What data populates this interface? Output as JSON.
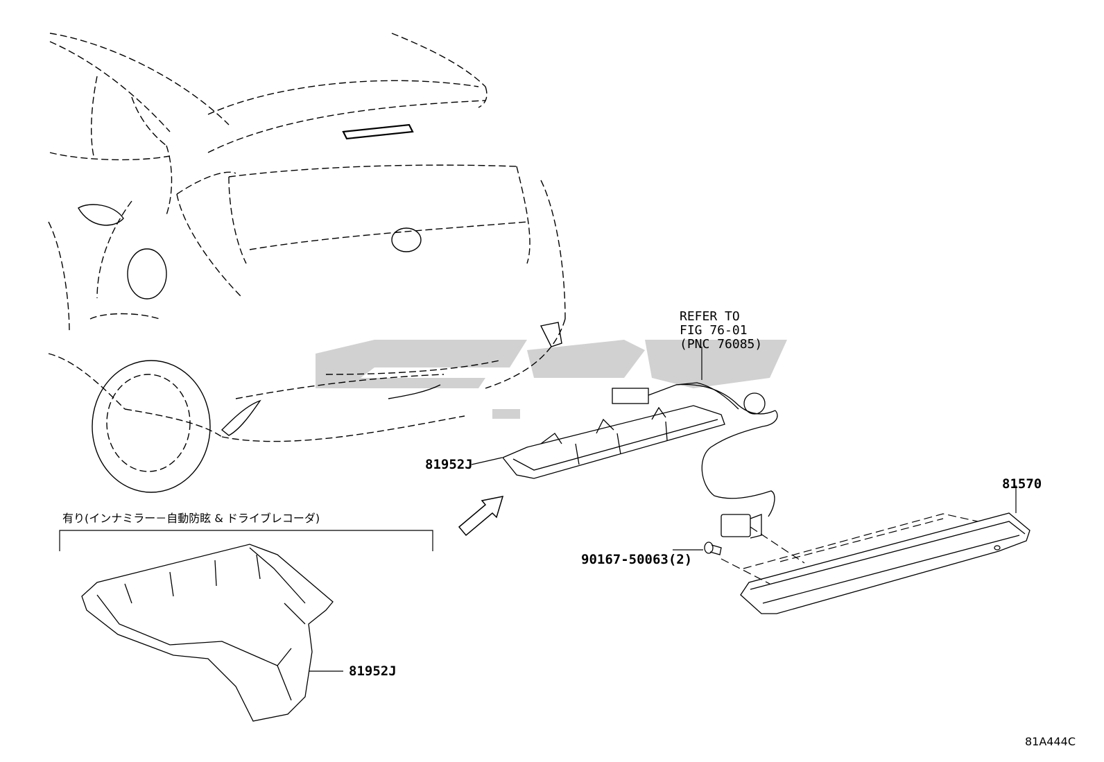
{
  "refer": {
    "line1": "REFER TO",
    "line2": "FIG 76-01",
    "line3": "(PNC 76085)"
  },
  "parts": {
    "bracket_upper": "81952J",
    "lamp": "81570",
    "screw": "90167-50063(2)",
    "bracket_lower": "81952J"
  },
  "condition_note": "有り(インナミラー－自動防眩 & ドライブレコーダ)",
  "figure_code": "81A444C",
  "colors": {
    "line": "#000000",
    "watermark": "#c8c8c8",
    "background": "#ffffff"
  }
}
